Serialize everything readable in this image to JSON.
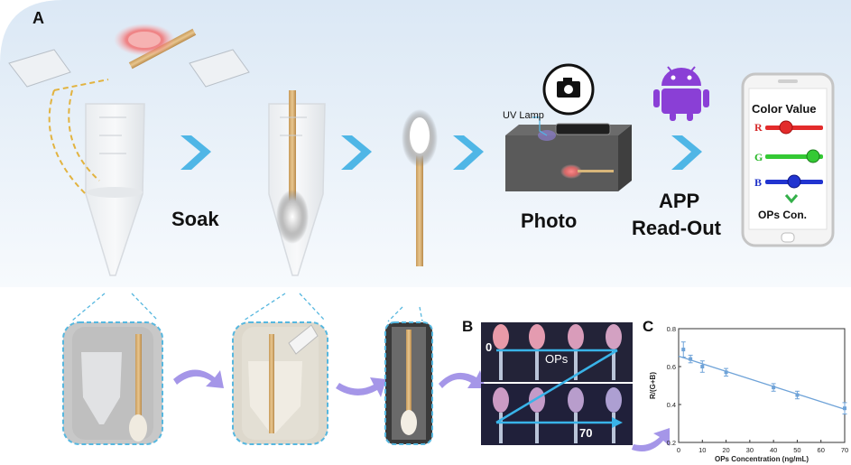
{
  "figure": {
    "panel_a_label": "A",
    "panel_b_label": "B",
    "panel_c_label": "C",
    "soak_label": "Soak",
    "photo_label": "Photo",
    "app_label_line1": "APP",
    "app_label_line2": "Read-Out",
    "uv_lamp_label": "UV Lamp"
  },
  "phone": {
    "title": "Color Value",
    "r_label": "R",
    "g_label": "G",
    "b_label": "B",
    "result_label": "OPs Con.",
    "slider_levels": {
      "r": 0.35,
      "g": 0.85,
      "b": 0.5
    },
    "colors": {
      "r": "#e32b2b",
      "g": "#34c934",
      "b": "#2134d0"
    }
  },
  "panel_b": {
    "start_label": "0",
    "middle_label": "OPs",
    "end_label": "70"
  },
  "chart_data": {
    "type": "scatter",
    "xlabel": "OPs Concentration (ng/mL)",
    "ylabel": "R/(G+B)",
    "xlim": [
      0,
      70
    ],
    "ylim": [
      0.2,
      0.8
    ],
    "x_ticks": [
      "0",
      "10",
      "20",
      "30",
      "40",
      "50",
      "60",
      "70"
    ],
    "y_ticks": [
      "0.2",
      "0.4",
      "0.6",
      "0.8"
    ],
    "points": [
      {
        "x": 2,
        "y": 0.69,
        "err": 0.04
      },
      {
        "x": 5,
        "y": 0.64,
        "err": 0.02
      },
      {
        "x": 10,
        "y": 0.6,
        "err": 0.03
      },
      {
        "x": 20,
        "y": 0.57,
        "err": 0.02
      },
      {
        "x": 40,
        "y": 0.49,
        "err": 0.02
      },
      {
        "x": 50,
        "y": 0.45,
        "err": 0.02
      },
      {
        "x": 70,
        "y": 0.38,
        "err": 0.03
      }
    ],
    "fit": {
      "x": [
        0,
        70
      ],
      "y": [
        0.655,
        0.375
      ]
    },
    "color": "#6fa3d8"
  }
}
